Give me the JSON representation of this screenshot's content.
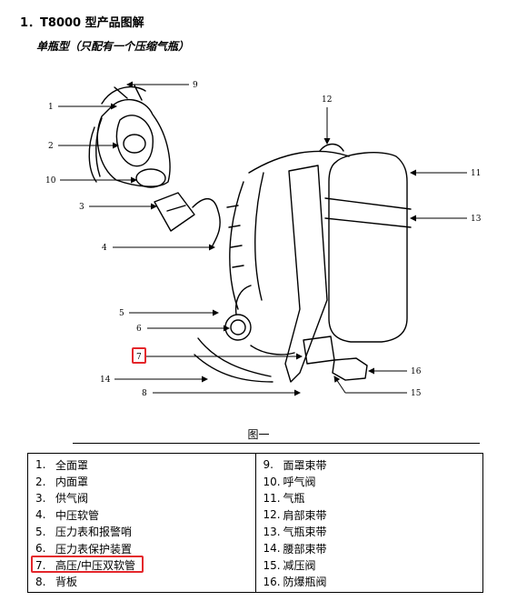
{
  "header": {
    "section_title": "1．T8000 型产品图解",
    "subtitle": "单瓶型（只配有一个压缩气瓶）"
  },
  "figure": {
    "callouts": [
      "1",
      "2",
      "3",
      "4",
      "5",
      "6",
      "7",
      "8",
      "9",
      "10",
      "11",
      "12",
      "13",
      "14",
      "15",
      "16"
    ],
    "highlighted_callout": "7",
    "highlight_color": "#e4262b",
    "caption": "图一"
  },
  "legend": {
    "left": [
      {
        "num": "1.",
        "label": "全面罩"
      },
      {
        "num": "2.",
        "label": "内面罩"
      },
      {
        "num": "3.",
        "label": "供气阀"
      },
      {
        "num": "4.",
        "label": "中压软管"
      },
      {
        "num": "5.",
        "label": "压力表和报警哨"
      },
      {
        "num": "6.",
        "label": "压力表保护装置"
      },
      {
        "num": "7.",
        "label": "高压/中压双软管"
      },
      {
        "num": "8.",
        "label": "背板"
      }
    ],
    "right": [
      {
        "num": "9.",
        "label": "面罩束带"
      },
      {
        "num": "10.",
        "label": "呼气阀"
      },
      {
        "num": "11.",
        "label": "气瓶"
      },
      {
        "num": "12.",
        "label": "肩部束带"
      },
      {
        "num": "13.",
        "label": "气瓶束带"
      },
      {
        "num": "14.",
        "label": "腰部束带"
      },
      {
        "num": "15.",
        "label": "减压阀"
      },
      {
        "num": "16.",
        "label": "防爆瓶阀"
      }
    ]
  }
}
